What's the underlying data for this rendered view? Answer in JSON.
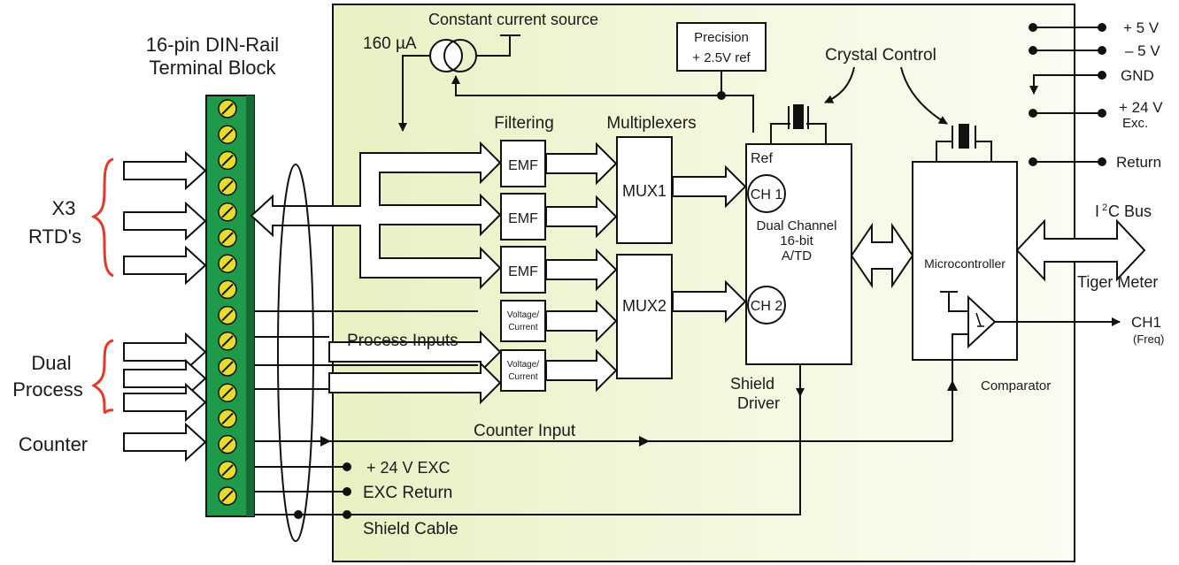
{
  "terminal_block": {
    "title_line1": "16-pin DIN-Rail",
    "title_line2": "Terminal Block",
    "color": "#1f9a4a",
    "screw_color": "#e6dc2e"
  },
  "inputs": {
    "rtd_line1": "X3",
    "rtd_line2": "RTD's",
    "process_line1": "Dual",
    "process_line2": "Process",
    "counter": "Counter",
    "brace_color": "#e23a2a"
  },
  "board": {
    "background": "#f4f6e0"
  },
  "labels": {
    "constant_current": "Constant current source",
    "current_value": "160 µA",
    "precision_line1": "Precision",
    "precision_line2": "+ 2.5V ref",
    "crystal_control": "Crystal Control",
    "filtering": "Filtering",
    "multiplexers": "Multiplexers",
    "emf": "EMF",
    "voltage_current_line1": "Voltage/",
    "voltage_current_line2": "Current",
    "mux1": "MUX1",
    "mux2": "MUX2",
    "ref": "Ref",
    "ch1": "CH 1",
    "ch2": "CH 2",
    "adc_line1": "Dual Channel",
    "adc_line2": "16-bit",
    "adc_line3": "A/TD",
    "microcontroller": "Microcontroller",
    "comparator": "Comparator",
    "shield_driver_line1": "Shield",
    "shield_driver_line2": "Driver",
    "process_inputs": "Process Inputs",
    "counter_input": "Counter Input",
    "exc24": "+ 24 V EXC",
    "exc_return": "EXC Return",
    "shield_cable": "Shield Cable"
  },
  "power": {
    "p5": "+ 5 V",
    "m5": "– 5 V",
    "gnd": "GND",
    "p24": "+ 24 V",
    "exc": "Exc.",
    "return": "Return"
  },
  "outputs": {
    "i2c_prefix": "I",
    "i2c_sup": "2",
    "i2c_suffix": "C Bus",
    "tiger_meter": "Tiger Meter",
    "ch1": "CH1",
    "freq": "(Freq)"
  }
}
